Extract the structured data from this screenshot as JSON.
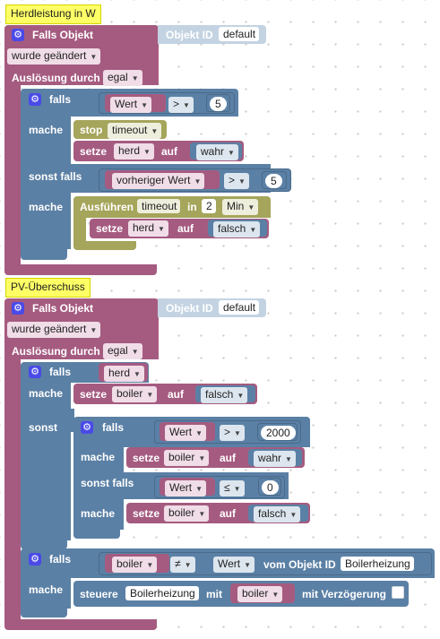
{
  "block1": {
    "comment": "Herdleistung in W",
    "trigger": "Falls Objekt",
    "object_id_label": "Objekt ID",
    "object_id_value": "default",
    "changed": "wurde geändert",
    "triggered_by_label": "Auslösung durch",
    "triggered_by_value": "egal",
    "if_label": "falls",
    "cond1": {
      "field": "Wert",
      "op": ">",
      "value": "5"
    },
    "do_label": "mache",
    "stop_label": "stop",
    "stop_timer": "timeout",
    "set_label": "setze",
    "set1_var": "herd",
    "on_label": "auf",
    "set1_value": "wahr",
    "elseif_label": "sonst falls",
    "cond2": {
      "field": "vorheriger Wert",
      "op": ">",
      "value": "5"
    },
    "do2_label": "mache",
    "run_label": "Ausführen",
    "run_timer": "timeout",
    "in_label": "in",
    "run_time": "2",
    "run_unit": "Min",
    "set2_label": "setze",
    "set2_var": "herd",
    "set2_on": "auf",
    "set2_value": "falsch"
  },
  "block2": {
    "comment": "PV-Überschuss",
    "trigger": "Falls Objekt",
    "object_id_label": "Objekt ID",
    "object_id_value": "default",
    "changed": "wurde geändert",
    "triggered_by_label": "Auslösung durch",
    "triggered_by_value": "egal",
    "if_label": "falls",
    "cond_var": "herd",
    "do_label": "mache",
    "set_label": "setze",
    "set1_var": "boiler",
    "on_label": "auf",
    "set1_value": "falsch",
    "else_label": "sonst",
    "inner_if_label": "falls",
    "inner_cond1": {
      "field": "Wert",
      "op": ">",
      "value": "2000"
    },
    "inner_do_label": "mache",
    "inner_set1_label": "setze",
    "inner_set1_var": "boiler",
    "inner_set1_on": "auf",
    "inner_set1_value": "wahr",
    "inner_elseif_label": "sonst falls",
    "inner_cond2": {
      "field": "Wert",
      "op": "≤",
      "value": "0"
    },
    "inner_do2_label": "mache",
    "inner_set2_label": "setze",
    "inner_set2_var": "boiler",
    "inner_set2_on": "auf",
    "inner_set2_value": "falsch",
    "if2_label": "falls",
    "if2_var": "boiler",
    "if2_op": "≠",
    "if2_field": "Wert",
    "if2_from": "vom Objekt ID",
    "if2_object": "Boilerheizung",
    "do3_label": "mache",
    "control_label": "steuere",
    "control_object": "Boilerheizung",
    "with_label": "mit",
    "control_var": "boiler",
    "delay_label": "mit Verzögerung"
  }
}
